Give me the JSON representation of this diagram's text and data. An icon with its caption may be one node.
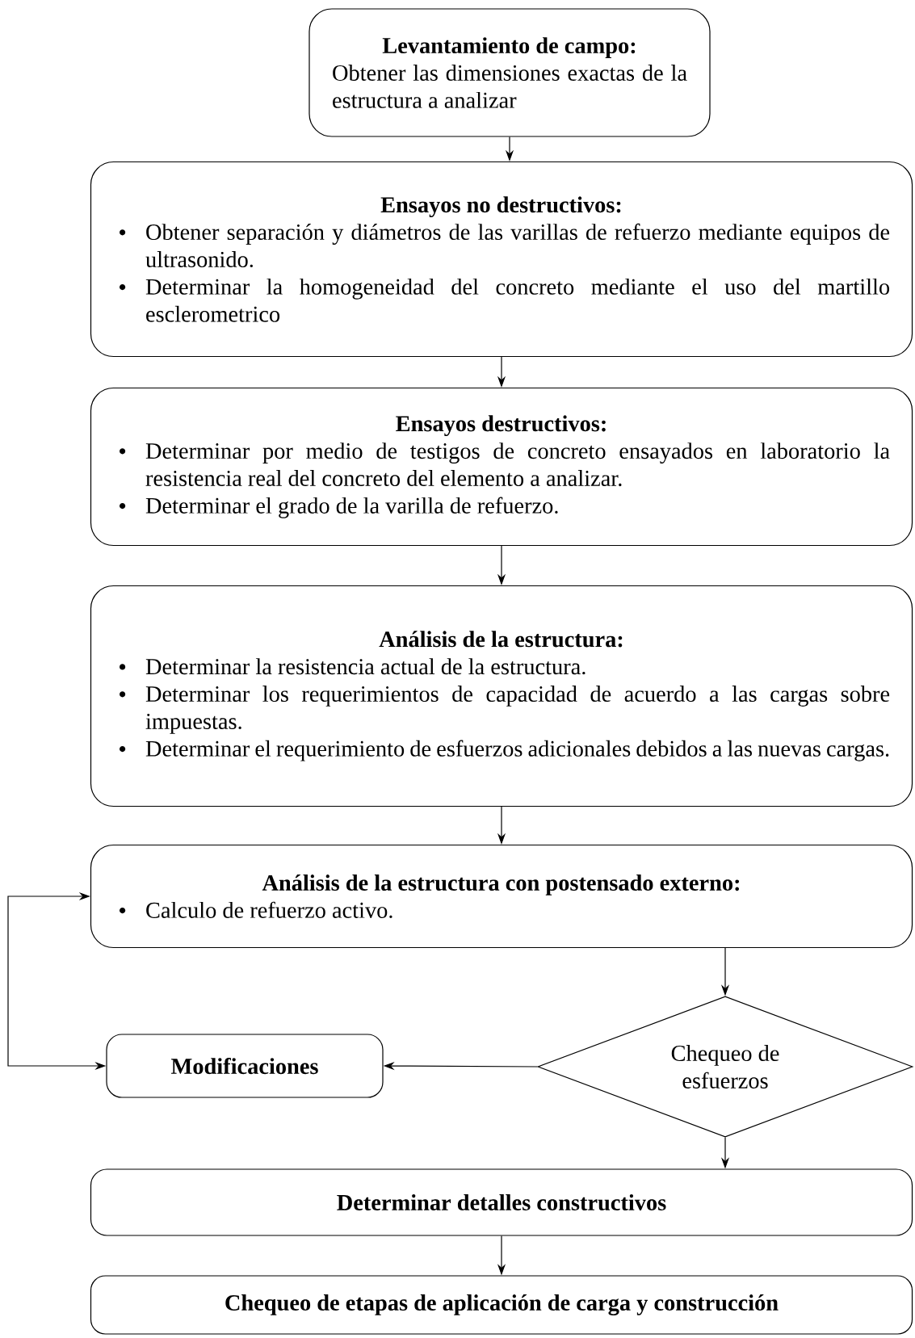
{
  "diagram": {
    "nodes": [
      {
        "text": [
          "Levantamiento de campo:",
          "Obtener las dimensiones exactas de la estructura a analizar"
        ]
      },
      {
        "text": [
          "Ensayos no destructivos:",
          "Obtener separación y diámetros de las varillas de refuerzo mediante equipos de ultrasonido.",
          "Determinar la homogeneidad del concreto mediante el uso del martillo esclerometrico"
        ]
      },
      {
        "text": [
          "Ensayos destructivos:",
          "Determinar por medio de testigos de concreto ensayados en laboratorio la resistencia real del concreto del elemento a analizar.",
          "Determinar el grado de la varilla de refuerzo."
        ]
      },
      {
        "text": [
          "Análisis de la estructura:",
          "Determinar la resistencia actual de la estructura.",
          "Determinar los requerimientos de capacidad de acuerdo a las cargas sobre impuestas.",
          "Determinar el requerimiento de esfuerzos adicionales debidos a las nuevas cargas."
        ]
      },
      {
        "text": [
          "Análisis de la estructura con postensado externo:",
          "Calculo de refuerzo activo."
        ]
      },
      {
        "text": [
          "Chequeo de esfuerzos"
        ]
      },
      {
        "text": [
          "Modificaciones"
        ]
      },
      {
        "text": [
          "Determinar detalles constructivos"
        ]
      },
      {
        "text": [
          "Chequeo de etapas de aplicación de carga y construcción"
        ]
      }
    ],
    "edges": [
      {
        "from": 0,
        "to": 1,
        "arrow": "to"
      },
      {
        "from": 1,
        "to": 2,
        "arrow": "to"
      },
      {
        "from": 2,
        "to": 3,
        "arrow": "to"
      },
      {
        "from": 3,
        "to": 4,
        "arrow": "to"
      },
      {
        "from": 4,
        "to": 5,
        "arrow": "to"
      },
      {
        "from": 5,
        "to": 6,
        "arrow": "to"
      },
      {
        "from": 6,
        "to": 4,
        "arrow": "both"
      },
      {
        "from": 5,
        "to": 7,
        "arrow": "to"
      },
      {
        "from": 7,
        "to": 8,
        "arrow": "to"
      }
    ]
  }
}
